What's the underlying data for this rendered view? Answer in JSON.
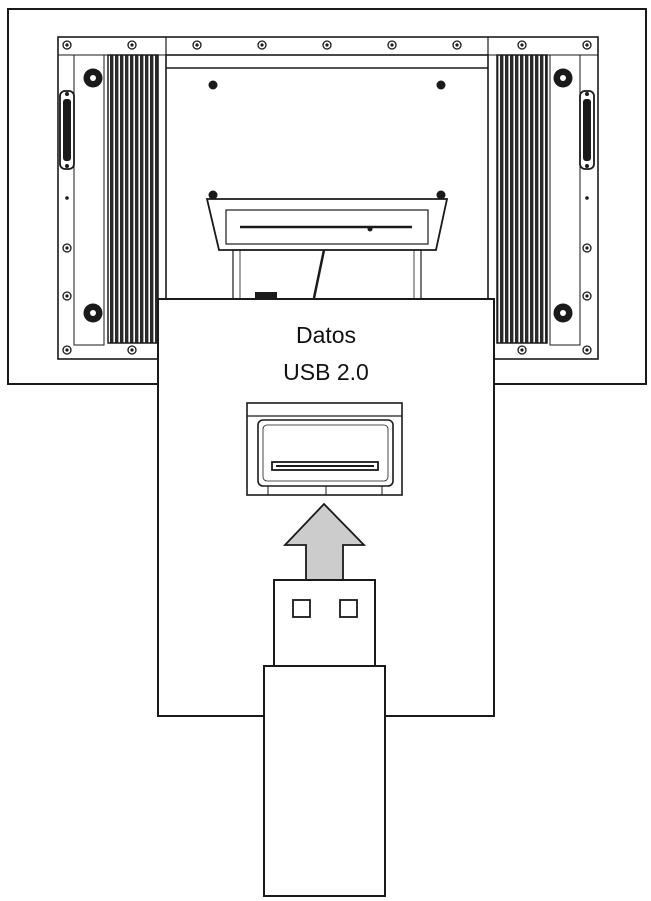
{
  "callout": {
    "label_line1": "Datos",
    "label_line2": "USB 2.0"
  },
  "colors": {
    "line": "#1a1a1a",
    "arrow_fill": "#cccccc",
    "heatsink_fill": "#2a2a2a",
    "background": "#ffffff"
  },
  "icons": {
    "arrow": "insert-arrow-up",
    "port": "usb-port",
    "plug": "usb-flash-drive"
  }
}
